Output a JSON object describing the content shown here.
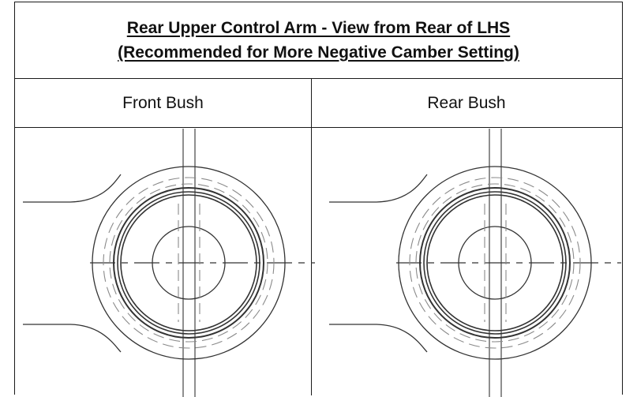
{
  "title": {
    "line1": "Rear Upper Control Arm - View from Rear of LHS",
    "line2": "(Recommended for More Negative Camber Setting)"
  },
  "columns": [
    {
      "label": "Front Bush"
    },
    {
      "label": "Rear Bush"
    }
  ],
  "colors": {
    "border": "#1a1a1a",
    "line": "#333333",
    "dashed": "#8a8a8a"
  }
}
